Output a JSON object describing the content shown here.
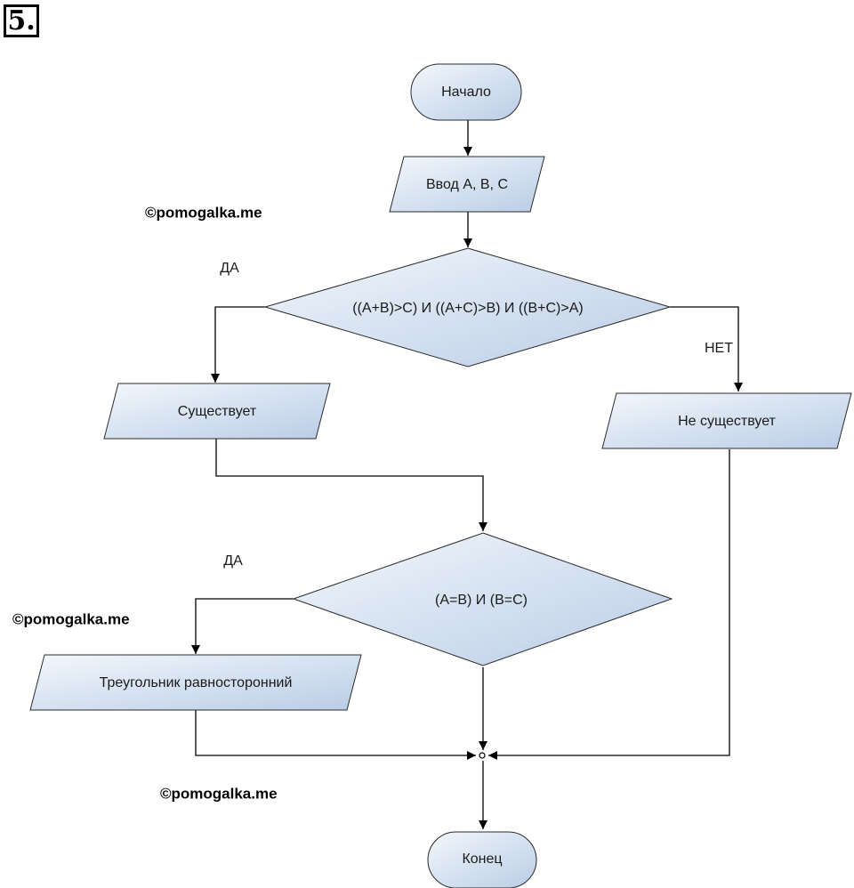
{
  "task_number": "5.",
  "nodes": {
    "start": "Начало",
    "input": "Ввод А, В, С",
    "condition1": "((А+В)>С) И ((А+С)>В) И ((В+С)>А)",
    "exists": "Существует",
    "not_exists": "Не существует",
    "condition2": "(А=В) И (В=С)",
    "equilateral": "Треугольник равносторонний",
    "end": "Конец"
  },
  "edge_labels": {
    "yes1": "ДА",
    "no1": "НЕТ",
    "yes2": "ДА"
  },
  "watermarks": [
    "©pomogalka.me",
    "©pomogalka.me",
    "©pomogalka.me"
  ],
  "colors": {
    "shape_fill_light": "#f3f7fc",
    "shape_fill_dark": "#b9cde6",
    "shape_stroke": "#2b2b2b",
    "line": "#000000"
  }
}
